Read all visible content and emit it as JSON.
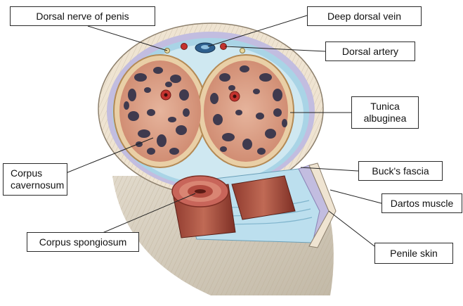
{
  "diagram": {
    "labels": {
      "dorsal_nerve": "Dorsal nerve of penis",
      "deep_dorsal_vein": "Deep dorsal vein",
      "dorsal_artery": "Dorsal artery",
      "tunica_albuginea": "Tunica\nalbuginea",
      "bucks_fascia": "Buck's fascia",
      "dartos_muscle": "Dartos muscle",
      "penile_skin": "Penile skin",
      "corpus_cavernosum": "Corpus\ncavernosum",
      "corpus_spongiosum": "Corpus spongiosum"
    },
    "colors": {
      "skin": "#f1e6d6",
      "dartos": "#b9b3d8",
      "bucks_fascia": "#a9d4e6",
      "tunica": "#e9cfa6",
      "cavernous_tissue": "#d99b80",
      "sinusoid": "#3f3a4e",
      "artery": "#c4332e",
      "vein": "#2e5f8e",
      "spongiosum": "#c8655a",
      "leader_line": "#222222"
    }
  }
}
